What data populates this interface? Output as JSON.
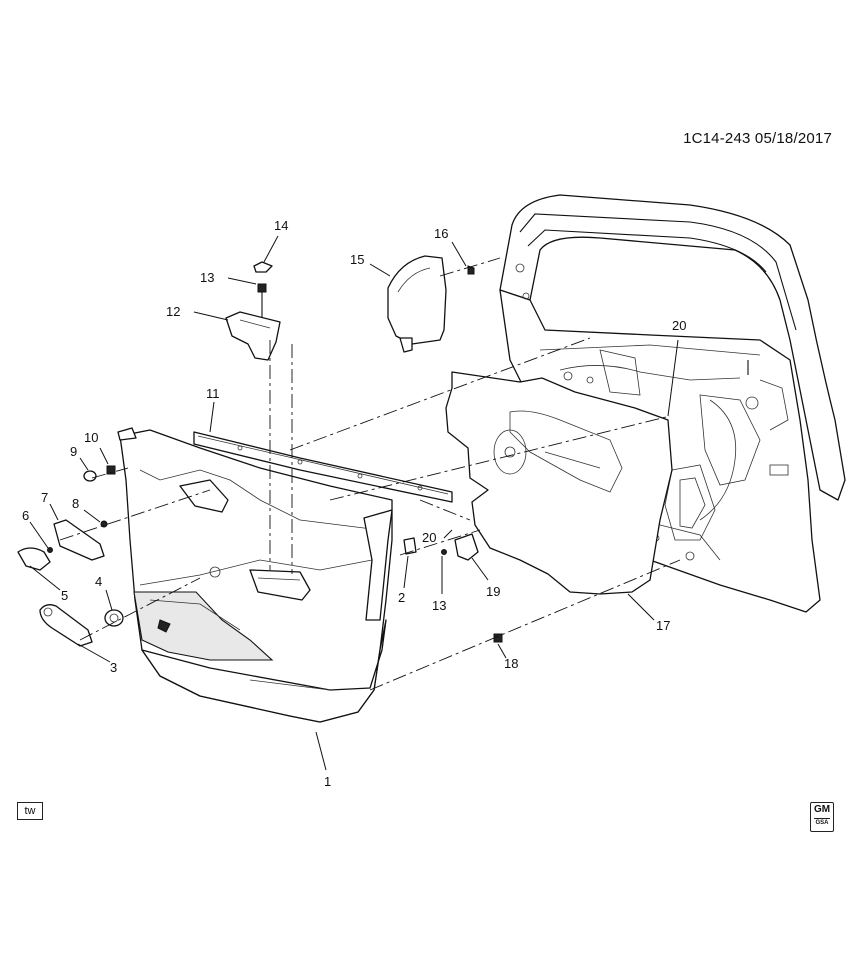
{
  "header": {
    "doc_id": "1C14-243 05/18/2017"
  },
  "footer": {
    "tw_label": "tw",
    "gm_logo": "GM",
    "gm_sub": "GSA"
  },
  "callouts": {
    "c1": "1",
    "c2": "2",
    "c3": "3",
    "c4": "4",
    "c5": "5",
    "c6": "6",
    "c7": "7",
    "c8": "8",
    "c9": "9",
    "c10": "10",
    "c11": "11",
    "c12": "12",
    "c13a": "13",
    "c13b": "13",
    "c14": "14",
    "c15": "15",
    "c16": "16",
    "c17": "17",
    "c18": "18",
    "c19": "19",
    "c20a": "20",
    "c20b": "20"
  },
  "colors": {
    "line": "#111111",
    "background": "#ffffff",
    "shade": "#e8e8e8"
  }
}
